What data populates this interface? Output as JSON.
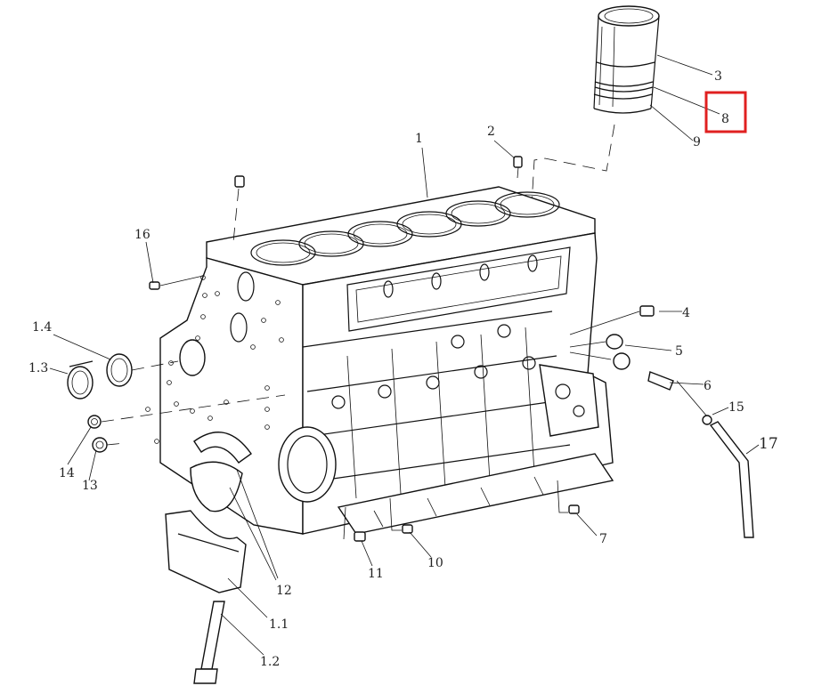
{
  "highlight": {
    "label": "8",
    "color": "#e02020"
  },
  "callouts": [
    {
      "id": "1",
      "text": "1"
    },
    {
      "id": "2",
      "text": "2"
    },
    {
      "id": "3",
      "text": "3"
    },
    {
      "id": "4",
      "text": "4"
    },
    {
      "id": "5",
      "text": "5"
    },
    {
      "id": "6",
      "text": "6"
    },
    {
      "id": "7",
      "text": "7"
    },
    {
      "id": "8",
      "text": "8"
    },
    {
      "id": "9",
      "text": "9"
    },
    {
      "id": "10",
      "text": "10"
    },
    {
      "id": "11",
      "text": "11"
    },
    {
      "id": "12",
      "text": "12"
    },
    {
      "id": "13",
      "text": "13"
    },
    {
      "id": "14",
      "text": "14"
    },
    {
      "id": "15",
      "text": "15"
    },
    {
      "id": "16",
      "text": "16"
    },
    {
      "id": "17",
      "text": "17"
    },
    {
      "id": "1.1",
      "text": "1.1"
    },
    {
      "id": "1.2",
      "text": "1.2"
    },
    {
      "id": "1.3",
      "text": "1.3"
    },
    {
      "id": "1.4",
      "text": "1.4"
    }
  ],
  "icons": {
    "engine_block": "engine-block-drawing",
    "cylinder_liner": "cylinder-liner-drawing"
  }
}
